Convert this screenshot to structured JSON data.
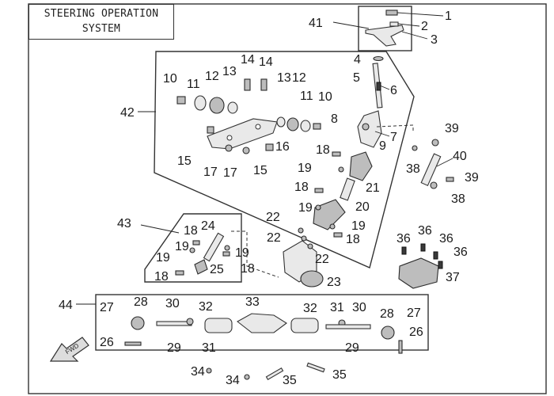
{
  "title": {
    "line1": "STEERING OPERATION",
    "line2": "SYSTEM"
  },
  "callouts": {
    "c1": "1",
    "c2": "2",
    "c3": "3",
    "c4": "4",
    "c5": "5",
    "c6": "6",
    "c7": "7",
    "c8": "8",
    "c9": "9",
    "c10a": "10",
    "c10b": "10",
    "c11a": "11",
    "c11b": "11",
    "c12a": "12",
    "c12b": "12",
    "c13a": "13",
    "c13b": "13",
    "c14a": "14",
    "c14b": "14",
    "c15a": "15",
    "c15b": "15",
    "c16": "16",
    "c17a": "17",
    "c17b": "17",
    "c18a": "18",
    "c18b": "18",
    "c18c": "18",
    "c18d": "18",
    "c18e": "18",
    "c18f": "18",
    "c19a": "19",
    "c19b": "19",
    "c19c": "19",
    "c19d": "19",
    "c19e": "19",
    "c20": "20",
    "c21": "21",
    "c22a": "22",
    "c22b": "22",
    "c22c": "22",
    "c23": "23",
    "c24": "24",
    "c25": "25",
    "c26a": "26",
    "c26b": "26",
    "c27a": "27",
    "c27b": "27",
    "c28a": "28",
    "c28b": "28",
    "c29a": "29",
    "c29b": "29",
    "c30a": "30",
    "c30b": "30",
    "c31a": "31",
    "c31b": "31",
    "c32a": "32",
    "c32b": "32",
    "c33": "33",
    "c34a": "34",
    "c34b": "34",
    "c35a": "35",
    "c35b": "35",
    "c36a": "36",
    "c36b": "36",
    "c36c": "36",
    "c36d": "36",
    "c37": "37",
    "c38a": "38",
    "c38b": "38",
    "c39a": "39",
    "c39b": "39",
    "c40": "40",
    "c41": "41",
    "c42": "42",
    "c43": "43",
    "c44": "44"
  },
  "fwd_arrow": {
    "text": "FWD"
  }
}
